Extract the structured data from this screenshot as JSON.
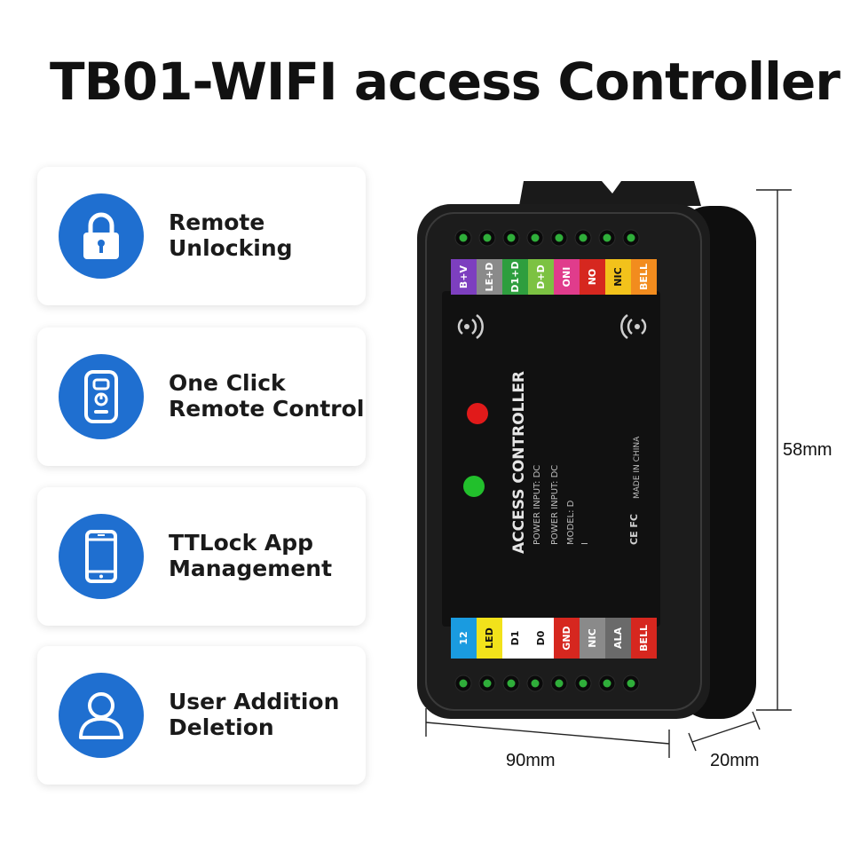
{
  "title": "TB01-WIFI access Controller",
  "features": [
    {
      "line1": "Remote",
      "line2": "Unlocking",
      "icon": "lock-icon"
    },
    {
      "line1": "One Click",
      "line2": "Remote Control",
      "icon": "remote-control-icon"
    },
    {
      "line1": "TTLock App",
      "line2": "Management",
      "icon": "smartphone-icon"
    },
    {
      "line1": "User Addition",
      "line2": "Deletion",
      "icon": "user-icon"
    }
  ],
  "dimensions": {
    "height": "58mm",
    "width": "90mm",
    "depth": "20mm"
  },
  "device": {
    "top_labels": [
      "B+V",
      "LE+D",
      "D1+D",
      "D+D",
      "ONI",
      "NO",
      "NIC",
      "BELL"
    ],
    "top_colors": [
      "#7d3fbf",
      "#8a8a8a",
      "#2e9e3e",
      "#7cc242",
      "#e03c8c",
      "#d6271f",
      "#f2c21b",
      "#f28c1e"
    ],
    "bottom_labels": [
      "12",
      "LED",
      "D1",
      "D0",
      "GND",
      "NIC",
      "ALA",
      "BELL"
    ],
    "bottom_colors": [
      "#1a9be0",
      "#f2e21b",
      "#ffffff",
      "#ffffff",
      "#d6271f",
      "#8a8a8a",
      "#6a6a6a",
      "#d6271f"
    ],
    "model_name": "ACCESS CONTROLLER",
    "spec_lines": [
      "POWER INPUT: DC",
      "POWER INPUT: DC",
      "MODEL: D",
      "I"
    ],
    "cert_text": "CE FC",
    "origin_text": "MADE IN CHINA",
    "accent_red": "#e11a1a",
    "accent_green": "#22c02c"
  }
}
